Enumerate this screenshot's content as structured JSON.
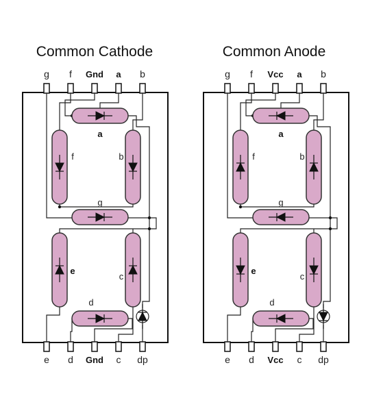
{
  "panels": [
    {
      "id": "cathode",
      "title": "Common Cathode",
      "top_pins": [
        "g",
        "f",
        "Gnd",
        "a",
        "b"
      ],
      "bottom_pins": [
        "e",
        "d",
        "Gnd",
        "c",
        "dp"
      ],
      "common_pin": "Gnd",
      "segments": {
        "a": "a",
        "b": "b",
        "c": "c",
        "d": "d",
        "e": "e",
        "f": "f",
        "g": "g"
      }
    },
    {
      "id": "anode",
      "title": "Common Anode",
      "top_pins": [
        "g",
        "f",
        "Vcc",
        "a",
        "b"
      ],
      "bottom_pins": [
        "e",
        "d",
        "Vcc",
        "c",
        "dp"
      ],
      "common_pin": "Vcc",
      "segments": {
        "a": "a",
        "b": "b",
        "c": "c",
        "d": "d",
        "e": "e",
        "f": "f",
        "g": "g"
      }
    }
  ],
  "colors": {
    "segment_fill": "#d9a9c9",
    "line": "#111111"
  }
}
